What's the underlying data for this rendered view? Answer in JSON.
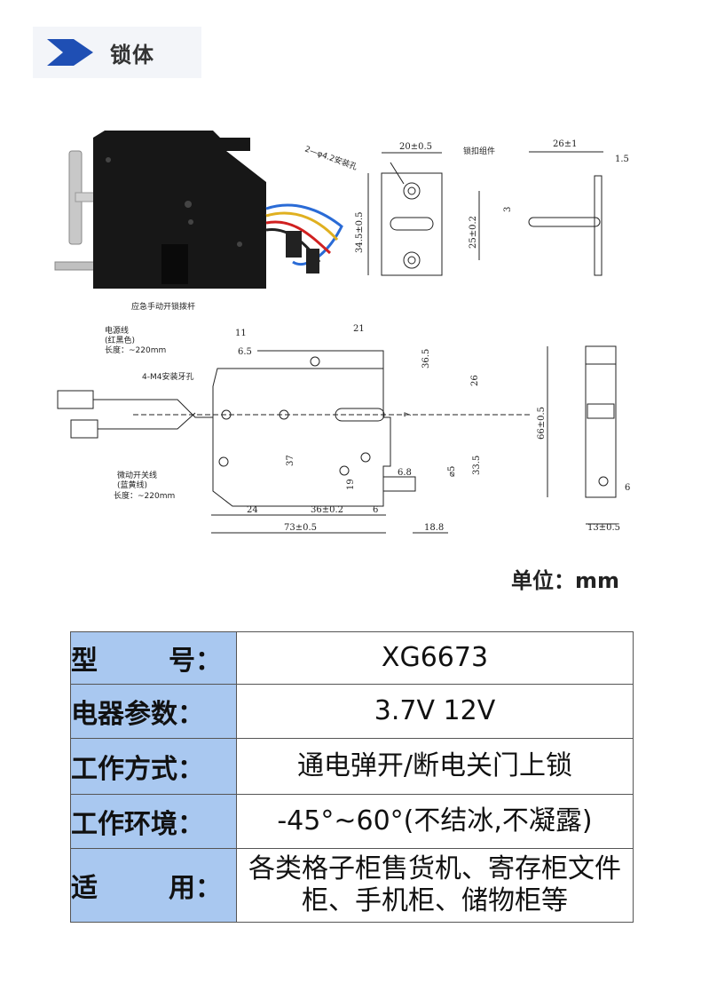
{
  "header": {
    "title": "锁体"
  },
  "drawing": {
    "top_view": {
      "mount_label": "2—φ4.2安装孔",
      "width_dim": "20±0.5",
      "height_dim": "34.5±0.5",
      "slot_dim": "25±0.2",
      "kit_label": "锁扣组件",
      "side_width": "26±1",
      "side_thickness": "1.5",
      "side_small": "3"
    },
    "front_view": {
      "emergency_label": "应急手动开锁拨杆",
      "power_wire_title": "电源线",
      "power_wire_color": "(红黑色)",
      "power_wire_length": "长度：~220mm",
      "mount_hole_label": "4-M4安装牙孔",
      "switch_wire_title": "微动开关线",
      "switch_wire_color": "(蓝黄线)",
      "switch_wire_length": "长度：~220mm",
      "d11": "11",
      "d6_5": "6.5",
      "d21": "21",
      "d36_5": "36.5",
      "d26": "26",
      "d7": "7",
      "d33_5": "33.5",
      "d5": "⌀5",
      "d6_8": "6.8",
      "d37": "37",
      "d19": "19",
      "d24": "24",
      "d36": "36±0.2",
      "d6": "6",
      "d73": "73±0.5",
      "d18_8": "18.8"
    },
    "side_view": {
      "height": "66±0.5",
      "width": "13±0.5",
      "small": "6"
    }
  },
  "unit": "单位：mm",
  "specs": [
    {
      "key_a": "型",
      "key_b": "号：",
      "value": "XG6673"
    },
    {
      "key": "电器参数：",
      "value": "3.7V 12V"
    },
    {
      "key": "工作方式：",
      "value": "通电弹开/断电关门上锁"
    },
    {
      "key": "工作环境：",
      "value": "-45°~60°(不结冰,不凝露)"
    },
    {
      "key_a": "适",
      "key_b": "用：",
      "value": "各类格子柜售货机、寄存柜文件柜、手机柜、储物柜等"
    }
  ]
}
